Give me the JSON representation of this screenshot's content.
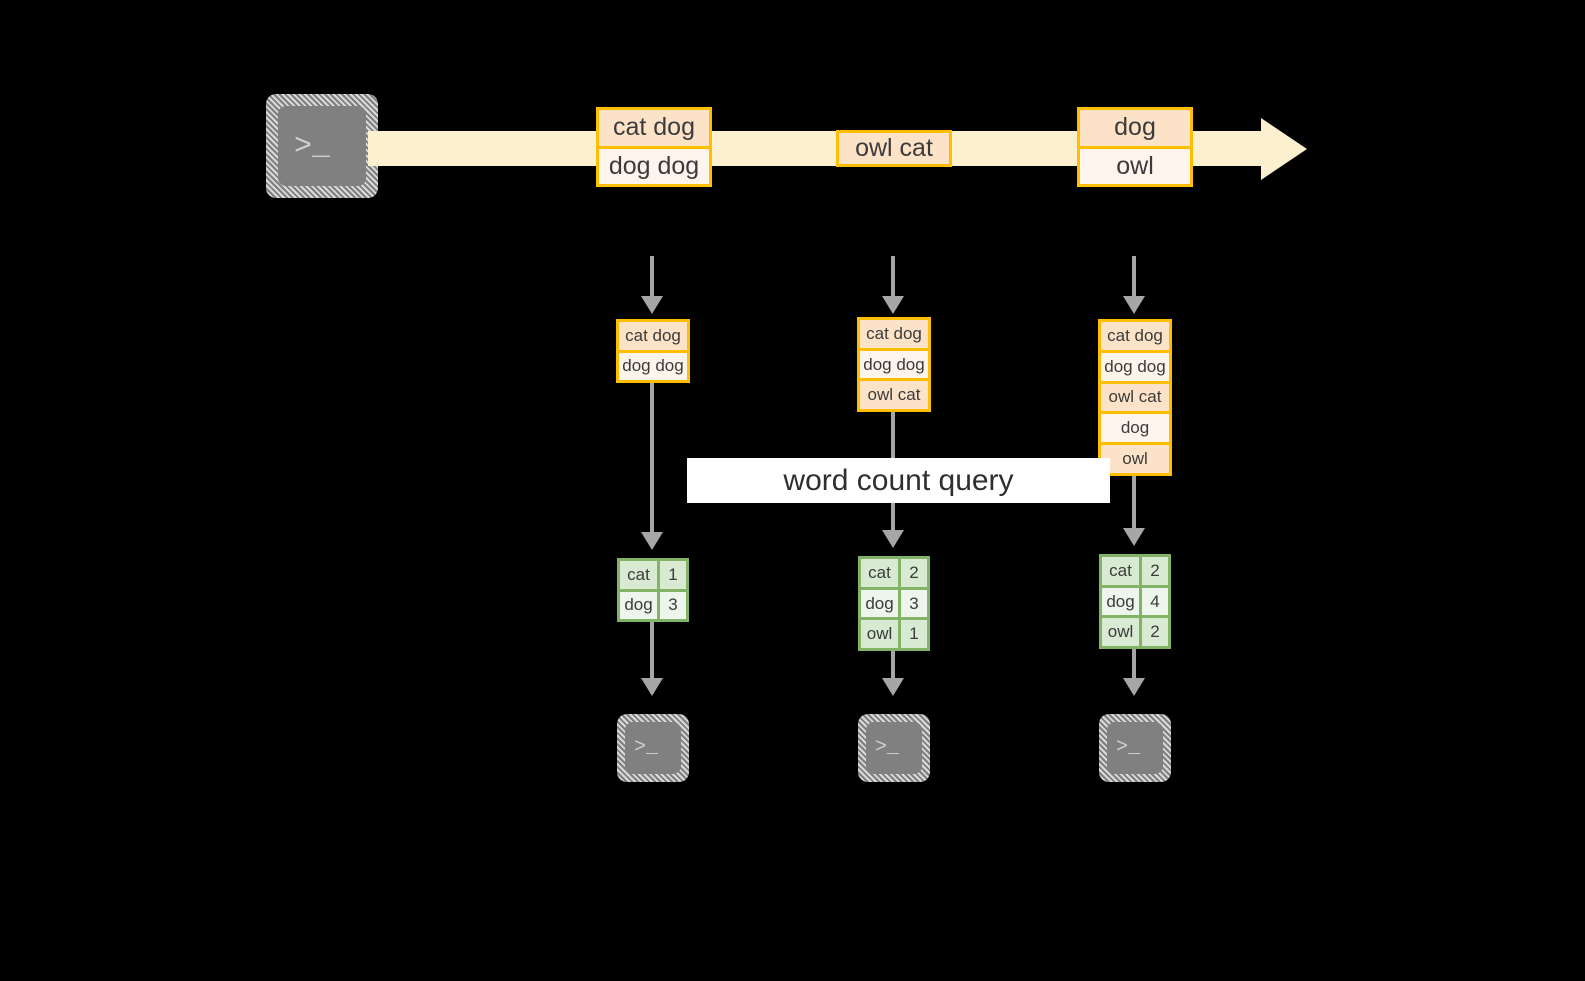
{
  "diagram": {
    "title_label": "word count query",
    "colors": {
      "background": "#000000",
      "stream_band": "#fdf0cf",
      "event_border": "#ffbf00",
      "event_fill_dark": "#fce3c8",
      "event_fill_light": "#fdf4ec",
      "table_border": "#82b366",
      "table_fill_dark": "#d9ead3",
      "table_fill_light": "#eef5ec",
      "connector": "#a6a6a6",
      "terminal_face": "#808080",
      "query_band": "#ffffff"
    },
    "source_terminal": {
      "icon": "terminal-icon",
      "prompt": ">_"
    },
    "stream": {
      "icon": "stream-arrow-icon",
      "events": [
        {
          "rows": [
            {
              "text": "cat dog",
              "shade": "dark"
            },
            {
              "text": "dog dog",
              "shade": "light"
            }
          ]
        },
        {
          "rows": [
            {
              "text": "owl cat",
              "shade": "dark"
            }
          ]
        },
        {
          "rows": [
            {
              "text": "dog",
              "shade": "dark"
            },
            {
              "text": "owl",
              "shade": "light"
            }
          ]
        }
      ]
    },
    "columns": [
      {
        "ingest_icon": "down-arrow-icon",
        "accumulated": {
          "rows": [
            {
              "text": "cat dog",
              "shade": "dark"
            },
            {
              "text": "dog dog",
              "shade": "light"
            }
          ]
        },
        "result": {
          "rows": [
            {
              "word": "cat",
              "count": "1",
              "shade": "dark"
            },
            {
              "word": "dog",
              "count": "3",
              "shade": "light"
            }
          ]
        },
        "sink_terminal": {
          "icon": "terminal-icon",
          "prompt": ">_"
        }
      },
      {
        "ingest_icon": "down-arrow-icon",
        "accumulated": {
          "rows": [
            {
              "text": "cat dog",
              "shade": "dark"
            },
            {
              "text": "dog dog",
              "shade": "light"
            },
            {
              "text": "owl cat",
              "shade": "dark"
            }
          ]
        },
        "result": {
          "rows": [
            {
              "word": "cat",
              "count": "2",
              "shade": "dark"
            },
            {
              "word": "dog",
              "count": "3",
              "shade": "light"
            },
            {
              "word": "owl",
              "count": "1",
              "shade": "dark"
            }
          ]
        },
        "sink_terminal": {
          "icon": "terminal-icon",
          "prompt": ">_"
        }
      },
      {
        "ingest_icon": "down-arrow-icon",
        "accumulated": {
          "rows": [
            {
              "text": "cat dog",
              "shade": "dark"
            },
            {
              "text": "dog dog",
              "shade": "light"
            },
            {
              "text": "owl cat",
              "shade": "dark"
            },
            {
              "text": "dog",
              "shade": "light"
            },
            {
              "text": "owl",
              "shade": "dark"
            }
          ]
        },
        "result": {
          "rows": [
            {
              "word": "cat",
              "count": "2",
              "shade": "dark"
            },
            {
              "word": "dog",
              "count": "4",
              "shade": "light"
            },
            {
              "word": "owl",
              "count": "2",
              "shade": "dark"
            }
          ]
        },
        "sink_terminal": {
          "icon": "terminal-icon",
          "prompt": ">_"
        }
      }
    ]
  }
}
